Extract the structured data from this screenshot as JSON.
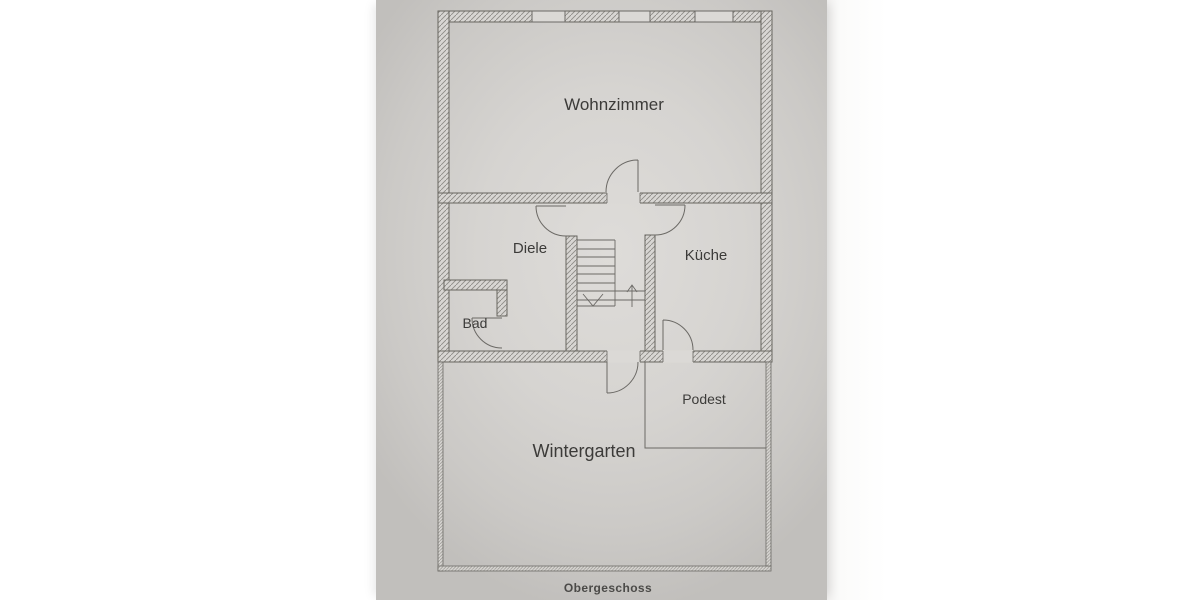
{
  "floor_plan": {
    "floor_label": "Obergeschoss",
    "rooms": {
      "wohnzimmer": "Wohnzimmer",
      "diele": "Diele",
      "kueche": "Küche",
      "bad": "Bad",
      "wintergarten": "Wintergarten",
      "podest": "Podest"
    },
    "colors": {
      "paper": "#d6d4d1",
      "wall_line": "#67655f",
      "hatch_line": "#8d8b86",
      "room_text": "#3c3b39",
      "floor_label_text": "#4b4a48",
      "page_background": "#ffffff"
    }
  }
}
